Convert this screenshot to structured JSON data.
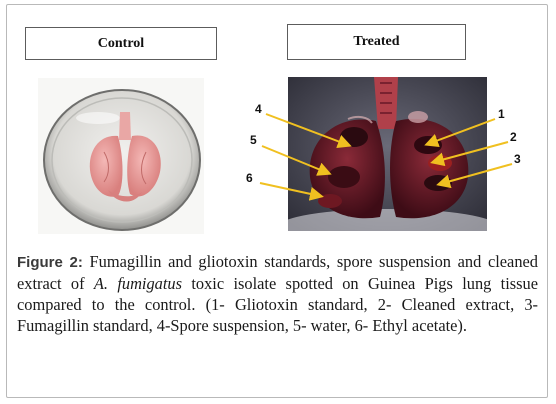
{
  "panels": {
    "control_label": "Control",
    "treated_label": "Treated"
  },
  "markers": {
    "m1": "1",
    "m2": "2",
    "m3": "3",
    "m4": "4",
    "m5": "5",
    "m6": "6"
  },
  "caption": {
    "label": "Figure 2:",
    "text_part1": " Fumagillin and gliotoxin standards, spore suspension and cleaned extract of ",
    "species": "A. fumigatus",
    "text_part2": " toxic isolate spotted on Guinea Pigs lung tissue compared to the control. (1- Gliotoxin standard, 2- Cleaned extract, 3- Fumagillin standard, 4-Spore suspension, 5- water, 6- Ethyl acetate)."
  },
  "colors": {
    "arrow": "#f0c020",
    "tissue_control": "#e89a98",
    "tissue_treated": "#5e1420"
  }
}
